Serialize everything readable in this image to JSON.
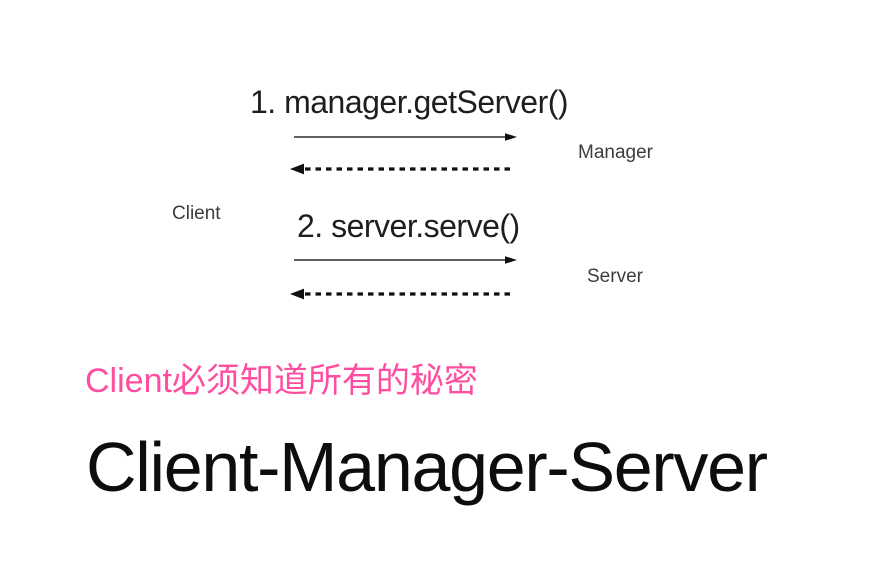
{
  "slide": {
    "title": "Client-Manager-Server",
    "note": "Client必须知道所有的秘密",
    "colors": {
      "background": "#ffffff",
      "note_accent": "#ff4da0",
      "title_text": "#0d0d0d",
      "message_text": "#1e1e1e",
      "actor_label_text": "#3d3d3f",
      "arrow": "#111111"
    }
  },
  "diagram": {
    "actors": [
      {
        "id": "client",
        "label": "Client"
      },
      {
        "id": "manager",
        "label": "Manager"
      },
      {
        "id": "server",
        "label": "Server"
      }
    ],
    "messages": [
      {
        "label": "1. manager.getServer()",
        "request_icon": "arrow-right-solid",
        "response_icon": "arrow-left-dashed"
      },
      {
        "label": "2. server.serve()",
        "request_icon": "arrow-right-solid",
        "response_icon": "arrow-left-dashed"
      }
    ]
  }
}
